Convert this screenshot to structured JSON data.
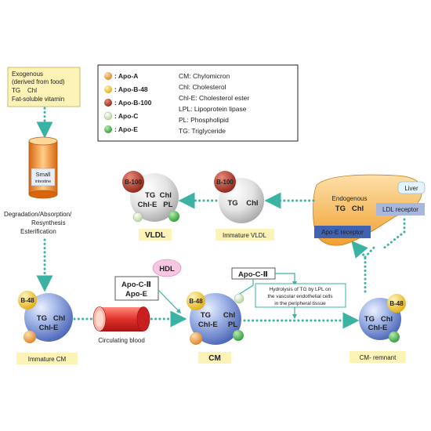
{
  "legend": {
    "apo": [
      {
        "label": ": Apo-A",
        "color": "#f0a040"
      },
      {
        "label": ": Apo-B-48",
        "color": "#f3c53a"
      },
      {
        "label": ": Apo-B-100",
        "color": "#b53a2c"
      },
      {
        "label": ": Apo-C",
        "color": "#cfe3b5"
      },
      {
        "label": ": Apo-E",
        "color": "#4cb84f"
      }
    ],
    "abbreviations": [
      "CM: Chylomicron",
      "Chl: Cholesterol",
      "Chl-E: Cholesterol ester",
      "LPL: Lipoprotein lipase",
      "PL: Phospholipid",
      "TG: Triglyceride"
    ]
  },
  "exogenous": {
    "line1": "Exogenous",
    "line2": "(derived from food)",
    "line3": "TG    Chl",
    "line4": "Fat-soluble vitamin"
  },
  "intestine": {
    "line1": "Small",
    "line2": "intestine"
  },
  "degradation": [
    "Degradation/Absorption/",
    "Resynthesis",
    "Esterification"
  ],
  "immature_cm": {
    "b48": "B-48",
    "line1": "TG   Chl",
    "line2": "Chl-E",
    "caption": "Immature CM"
  },
  "blood": {
    "caption": "Circulating blood"
  },
  "hdl": {
    "label": "HDL",
    "transfer_line1": "Apo-C-Ⅱ",
    "transfer_line2": "Apo-E"
  },
  "cm": {
    "b48": "B-48",
    "line1": "TG      Chl",
    "line2": "Chl-E     PL",
    "caption": "CM"
  },
  "lpl": {
    "apo_label": "Apo-C-Ⅱ",
    "note_line1": "Hydrolysis of TG by LPL on",
    "note_line2": "the vascular endothelial cells",
    "note_line3": "in the peripheral tissue"
  },
  "cm_remnant": {
    "b48": "B-48",
    "line1": "TG   Chl",
    "line2": "Chl-E",
    "caption": "CM- remnant"
  },
  "liver": {
    "label": "Liver",
    "endogenous": "Endogenous",
    "line2": "TG   Chl",
    "ldl_receptor": "LDL receptor",
    "apoe_receptor": "Apo-E receptor"
  },
  "immature_vldl": {
    "b100": "B-100",
    "line1": "TG    Chl",
    "caption": "Immature VLDL"
  },
  "vldl": {
    "b100": "B-100",
    "line1": "TG  Chl",
    "line2": "Chl-E   PL",
    "caption": "VLDL"
  }
}
